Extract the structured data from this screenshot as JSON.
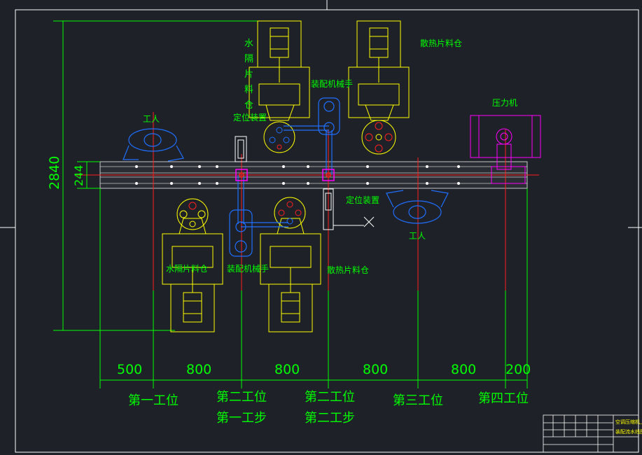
{
  "drawing": {
    "colors": {
      "background": "#1e2127",
      "frame": "#ffffff",
      "dimension": "#00ff00",
      "machine": "#ffff00",
      "press": "#ff00ff",
      "worker": "#1e6fff",
      "centerline": "#ff2020",
      "conveyor": "#c8c8c8"
    },
    "dims": {
      "total_height": "2840",
      "track_height": "244",
      "spacings": [
        "500",
        "800",
        "800",
        "800",
        "800",
        "200"
      ]
    },
    "stations": [
      {
        "line1": "第一工位",
        "line2": ""
      },
      {
        "line1": "第二工位",
        "line2": "第一工步"
      },
      {
        "line1": "第二工位",
        "line2": "第二工步"
      },
      {
        "line1": "第三工位",
        "line2": ""
      },
      {
        "line1": "第四工位",
        "line2": ""
      }
    ],
    "labels": {
      "water_bin_top": "水隔片料仓",
      "heat_bin_top": "散热片料仓",
      "assembly_arm_top": "装配机械手",
      "positioner_top": "定位装置",
      "worker_left": "工人",
      "press": "压力机",
      "water_bin_bottom": "水隔片料仓",
      "assembly_arm_bottom": "装配机械手",
      "heat_bin_bottom": "散热片料仓",
      "positioner_bottom": "定位装置",
      "worker_right": "工人"
    },
    "title_block": {
      "line1": "空调压缩机上盖装配线",
      "line2": "装配流水线图"
    },
    "icons": [
      "worker-icon",
      "cylinder-icon",
      "gripper-icon",
      "press-icon",
      "positioner-icon"
    ]
  }
}
